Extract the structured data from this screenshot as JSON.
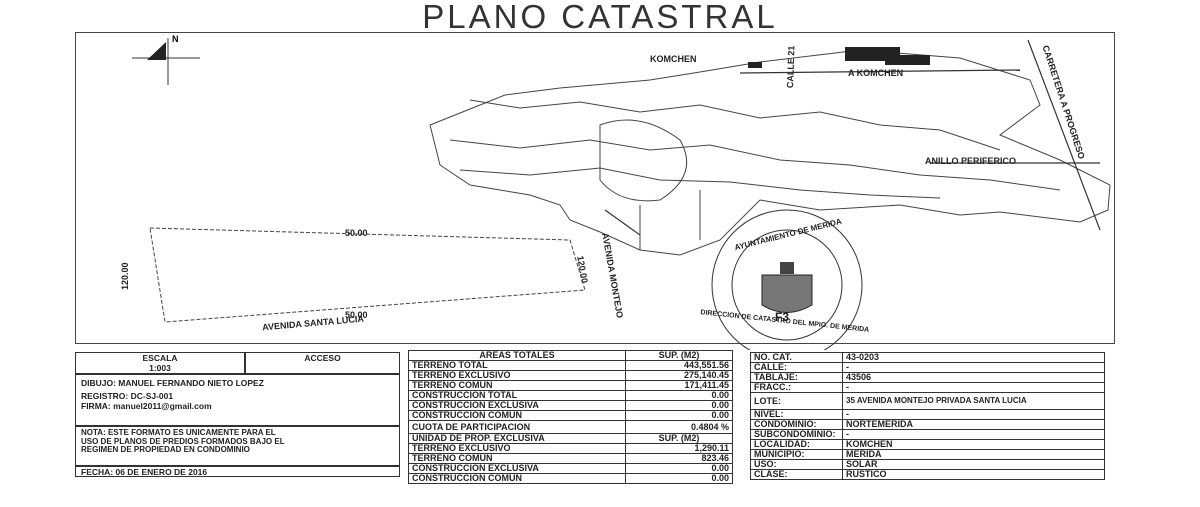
{
  "title": "PLANO CATASTRAL",
  "map": {
    "north": "N",
    "labels": {
      "komchen_top": "KOMCHEN",
      "komchen_road": "A KOMCHEN",
      "calle": "CALLE 21",
      "anillo": "ANILLO PERIFERICO",
      "car": "CARRETERA A PROGRESO",
      "dim_top": "50.00",
      "dim_bottom": "50.00",
      "av_santa_lucia": "AVENIDA SANTA LUCIA",
      "av_montejo": "AVENIDA MONTEJO",
      "dim_left": "120.00",
      "dim_right": "120.00"
    },
    "seal": {
      "outer_top": "AYUNTAMIENTO DE MERIDA",
      "outer_bottom": "DIRECCION DE CATASTRO DEL MPIO. DE MERIDA",
      "code": "F3"
    }
  },
  "left_panel": {
    "escala_label": "ESCALA",
    "escala_value": "1:003",
    "acceso_label": "ACCESO",
    "dibujo": "DIBUJO: MANUEL FERNANDO NIETO LOPEZ",
    "registro": "REGISTRO: DC-SJ-001",
    "firma": "FIRMA: manuel2011@gmail.com",
    "nota": "NOTA: ESTE FORMATO ES UNICAMENTE PARA EL USO DE PLANOS DE PREDIOS FORMADOS BAJO EL REGIMEN DE PROPIEDAD EN CONDOMINIO",
    "fecha": "FECHA: 06 DE ENERO DE 2016"
  },
  "areas": {
    "header_left": "AREAS TOTALES",
    "header_right": "SUP. (M2)",
    "rows": [
      {
        "label": "TERRENO TOTAL",
        "value": "443,551.56"
      },
      {
        "label": "TERRENO EXCLUSIVO",
        "value": "275,140.45"
      },
      {
        "label": "TERRENO COMUN",
        "value": "171,411.45"
      },
      {
        "label": "CONSTRUCCION TOTAL",
        "value": "0.00"
      },
      {
        "label": "CONSTRUCCION EXCLUSIVA",
        "value": "0.00"
      },
      {
        "label": "CONSTRUCCION COMUN",
        "value": "0.00"
      }
    ],
    "cuota_label": "CUOTA DE PARTICIPACION",
    "cuota_value": "0.4804 %",
    "unidad_left": "UNIDAD DE PROP. EXCLUSIVA",
    "unidad_right": "SUP. (M2)",
    "unit_rows": [
      {
        "label": "TERRENO EXCLUSIVO",
        "value": "1,290.11"
      },
      {
        "label": "TERRENO COMUN",
        "value": "823.46"
      },
      {
        "label": "CONSTRUCCION EXCLUSIVA",
        "value": "0.00"
      },
      {
        "label": "CONSTRUCCION COMUN",
        "value": "0.00"
      }
    ]
  },
  "catalog": [
    {
      "label": "NO. CAT.",
      "value": "43-0203"
    },
    {
      "label": "CALLE:",
      "value": "-"
    },
    {
      "label": "TABLAJE:",
      "value": "43506"
    },
    {
      "label": "FRACC.:",
      "value": "-"
    },
    {
      "label": "LOTE:",
      "value": "35 AVENIDA MONTEJO PRIVADA SANTA LUCIA"
    },
    {
      "label": "NIVEL:",
      "value": "-"
    },
    {
      "label": "CONDOMINIO:",
      "value": "NORTEMERIDA"
    },
    {
      "label": "SUBCONDOMINIO:",
      "value": "-"
    },
    {
      "label": "LOCALIDAD:",
      "value": "KOMCHEN"
    },
    {
      "label": "MUNICIPIO:",
      "value": "MERIDA"
    },
    {
      "label": "USO:",
      "value": "SOLAR"
    },
    {
      "label": "CLASE:",
      "value": "RUSTICO"
    }
  ]
}
